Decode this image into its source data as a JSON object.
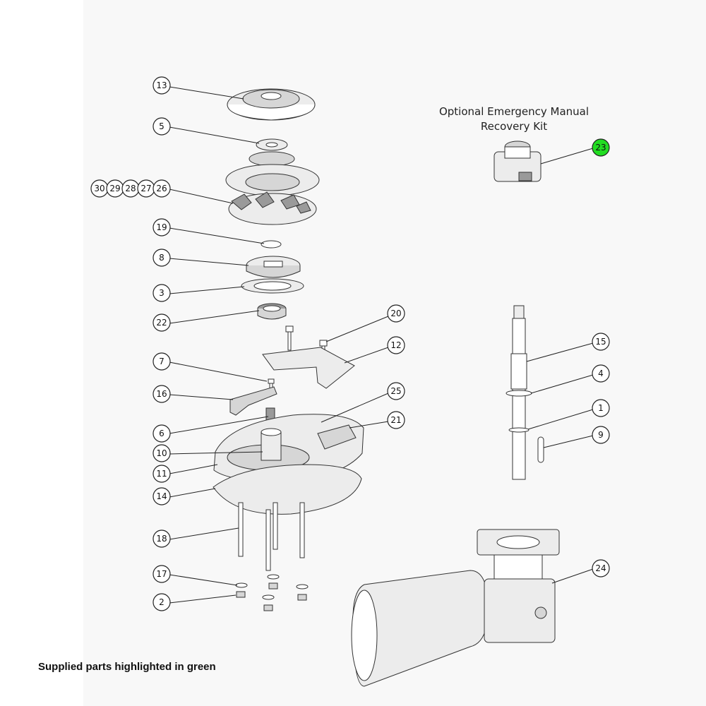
{
  "kit": {
    "title_line1": "Optional Emergency Manual",
    "title_line2": "Recovery Kit"
  },
  "footnote": "Supplied parts highlighted in green",
  "colors": {
    "supplied_highlight": "#22dd22",
    "panel_background": "#f8f8f8"
  },
  "callouts": {
    "c13": "13",
    "c5": "5",
    "c30": "30",
    "c29": "29",
    "c28": "28",
    "c27": "27",
    "c26": "26",
    "c19": "19",
    "c8": "8",
    "c3": "3",
    "c22": "22",
    "c20": "20",
    "c12": "12",
    "c7": "7",
    "c16": "16",
    "c25": "25",
    "c21": "21",
    "c6": "6",
    "c10": "10",
    "c11": "11",
    "c14": "14",
    "c18": "18",
    "c17": "17",
    "c2": "2",
    "c23": "23",
    "c15": "15",
    "c4": "4",
    "c1": "1",
    "c9": "9",
    "c24": "24"
  },
  "supplied_parts": [
    "23"
  ]
}
